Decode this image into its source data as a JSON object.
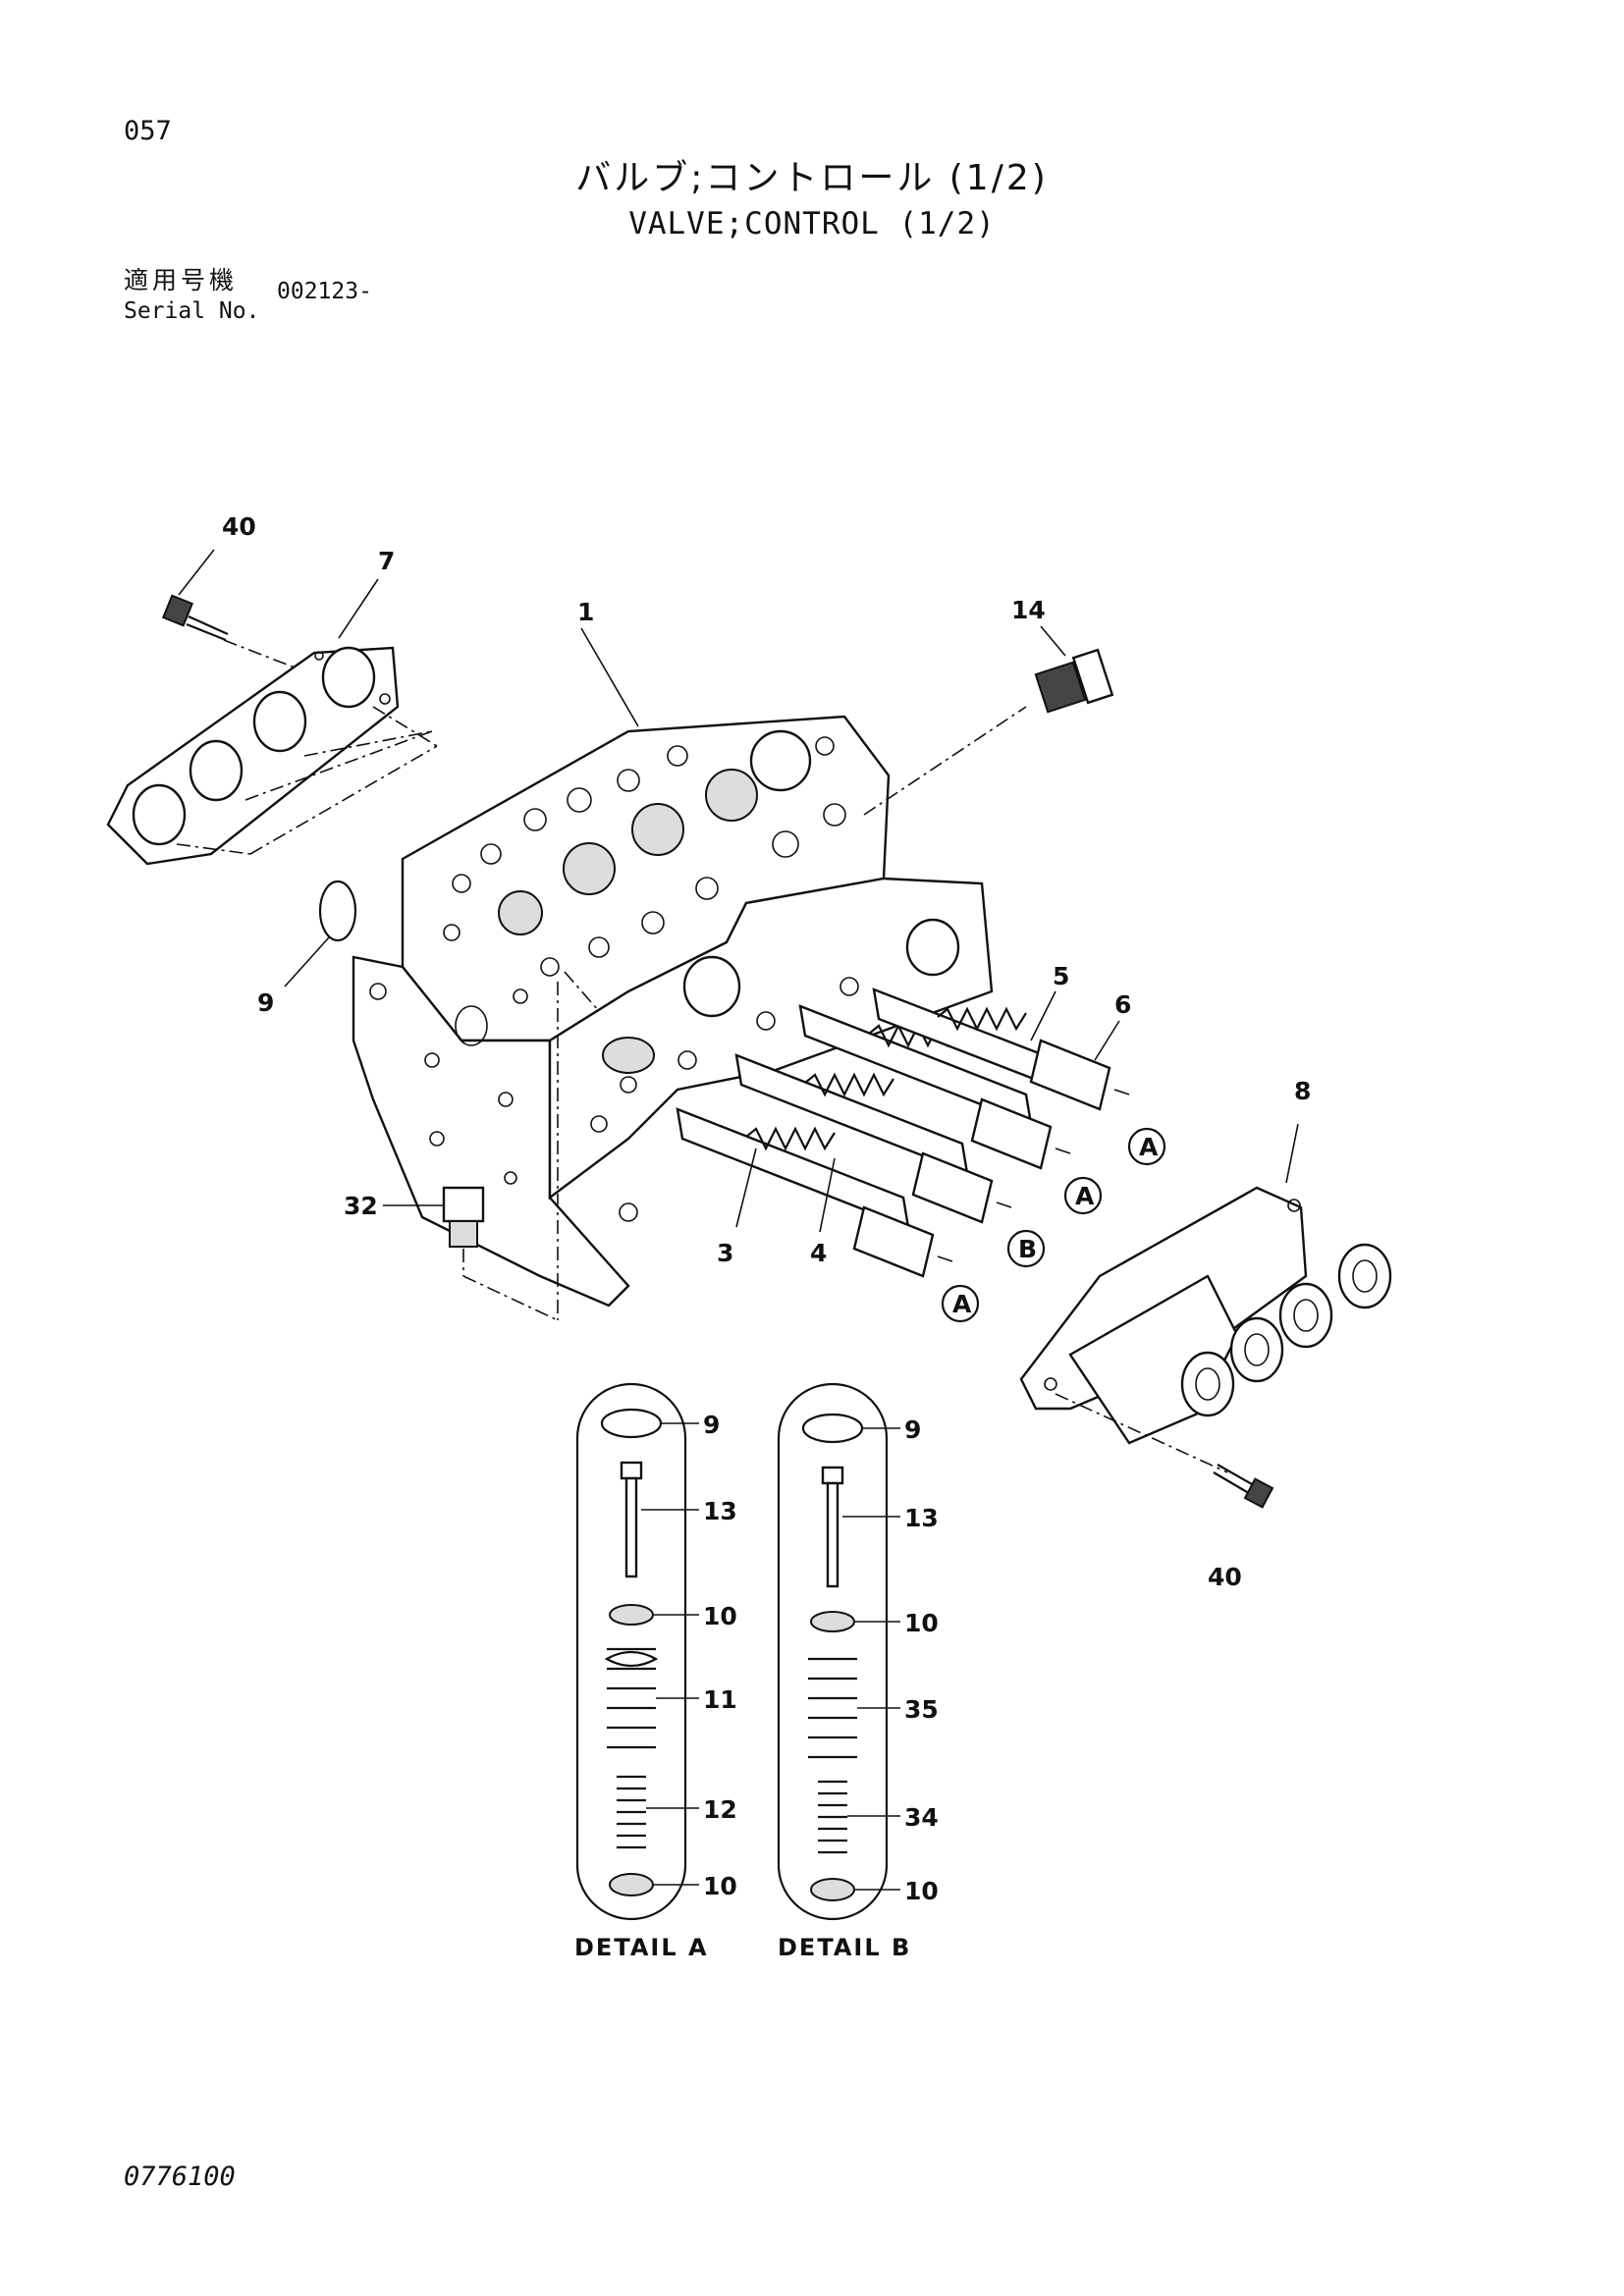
{
  "header": {
    "page_number": "057",
    "title_ja": "バルブ;コントロール (1/2)",
    "title_en": "VALVE;CONTROL (1/2)",
    "serial_label_ja": "適用号機",
    "serial_label_en": "Serial No.",
    "serial_value": "002123-"
  },
  "footer": {
    "doc_code": "0776100"
  },
  "callouts": {
    "c40a": "40",
    "c7": "7",
    "c1": "1",
    "c14": "14",
    "c9": "9",
    "c5": "5",
    "c6": "6",
    "c8": "8",
    "c32": "32",
    "c3": "3",
    "c4": "4",
    "c40b": "40"
  },
  "markers": {
    "a1": "A",
    "a2": "A",
    "b1": "B",
    "a3": "A"
  },
  "detail_a": {
    "title": "DETAIL A",
    "items": {
      "p9": "9",
      "p13": "13",
      "p10a": "10",
      "p11": "11",
      "p12": "12",
      "p10b": "10"
    }
  },
  "detail_b": {
    "title": "DETAIL B",
    "items": {
      "p9": "9",
      "p13": "13",
      "p10a": "10",
      "p35": "35",
      "p34": "34",
      "p10b": "10"
    }
  }
}
